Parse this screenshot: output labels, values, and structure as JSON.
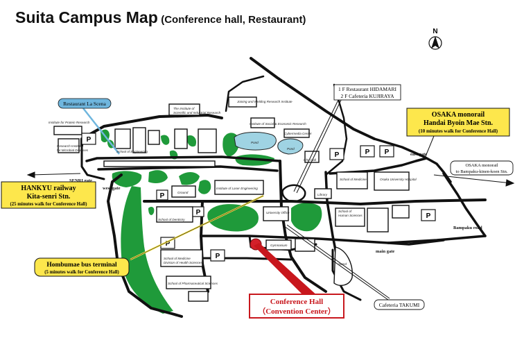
{
  "title": {
    "main": "Suita Campus Map",
    "sub": "(Conference hall, Restaurant)"
  },
  "compass": {
    "label": "N"
  },
  "callouts": {
    "la_scena": "Restaurant La Scena",
    "hidamari": "1 F Restaurant HIDAMARI",
    "kujiraya": "2 F Cafeteria KUJIRAYA",
    "monorail_name": "OSAKA monorail",
    "monorail_station": "Handai Byoin Mae Stn.",
    "monorail_walk": "(10 minutes walk for Conference Hall)",
    "bampaku_line1": "OSAKA monorail",
    "bampaku_line2": "to Bampaku-kinen-koen Stn.",
    "hankyu_name": "HANKYU railway",
    "hankyu_station": "Kita-senri Stn.",
    "hankyu_walk": "(25 minutes walk for Conference Hall)",
    "bus_name": "Hombumae bus terminal",
    "bus_walk": "(5 minutes walk for Conference Hall)",
    "conf_name": "Conference Hall",
    "conf_sub": "（Convention Center）",
    "takumi": "Cafeteria TAKUMI"
  },
  "labels": {
    "east_gate": "east gate",
    "west_gate": "west gate",
    "main_gate": "main gate",
    "senri_gate": "SENRI gate",
    "bampaku_road": "Bampaku road",
    "protein": "Institute for Protein Research",
    "microbial_1": "Research Institute",
    "microbial_2": "for Microbial Diseases",
    "engineering": "School of Engineering",
    "sci_ind_1": "The Institute of",
    "sci_ind_2": "Scientific and Industrial Research",
    "joining": "Joining and Welding Research Institute",
    "social": "Institute of Social & Economic Research",
    "cybermedia": "Cybermedia Center",
    "pond": "Pond",
    "icho": "Icho Hall",
    "laser": "Institute of Laser Engineering",
    "ground": "Ground",
    "library": "Library",
    "medicine": "School of Medicine",
    "hospital": "Osaka University Hospital",
    "dentistry": "School of Dentistry",
    "univ_office": "University Office",
    "health_1": "School of",
    "health_2": "Human Sciences",
    "gymnasium": "Gymnasium",
    "med_health_1": "School of Medicine",
    "med_health_2": "Division of Health Sciences",
    "pharma": "School of Pharmaceutical Sciences",
    "stand": "Stand",
    "parking": "P"
  },
  "colors": {
    "green": "#1f9a3a",
    "pond": "#9fd3e3",
    "road": "#111111",
    "yellow": "#fde74c",
    "blue": "#6fb6de",
    "red": "#c8171d",
    "hall": "#d3202a"
  }
}
